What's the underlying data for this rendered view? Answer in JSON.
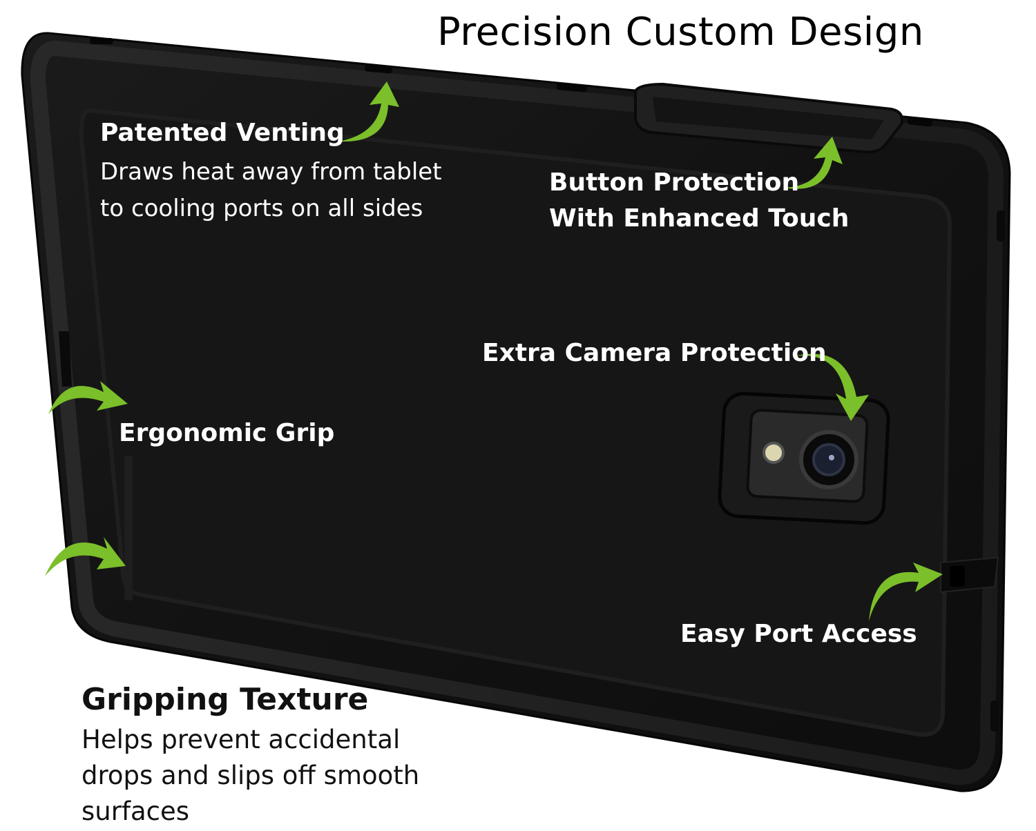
{
  "title": "Precision Custom Design",
  "colors": {
    "case": "#141414",
    "case_edge": "#262626",
    "arrow_green": "#7bbf2a",
    "text_on_case": "#ffffff",
    "text_on_background": "#111111"
  },
  "features": {
    "venting": {
      "heading": "Patented Venting",
      "lines": [
        "Draws heat away from tablet",
        "to cooling ports on all sides"
      ],
      "icon": "curved-arrow-icon"
    },
    "button_protection": {
      "lines": [
        "Button Protection",
        "With Enhanced Touch"
      ],
      "icon": "curved-arrow-icon"
    },
    "camera": {
      "heading": "Extra Camera Protection",
      "icon": "curved-arrow-icon"
    },
    "grip": {
      "heading": "Ergonomic Grip",
      "icon": "curved-arrow-icon"
    },
    "port": {
      "heading": "Easy Port Access",
      "icon": "curved-arrow-icon"
    },
    "texture": {
      "heading": "Gripping Texture",
      "lines": [
        "Helps prevent accidental",
        "drops and slips off smooth",
        "surfaces"
      ],
      "icon": "curved-arrow-icon"
    }
  }
}
